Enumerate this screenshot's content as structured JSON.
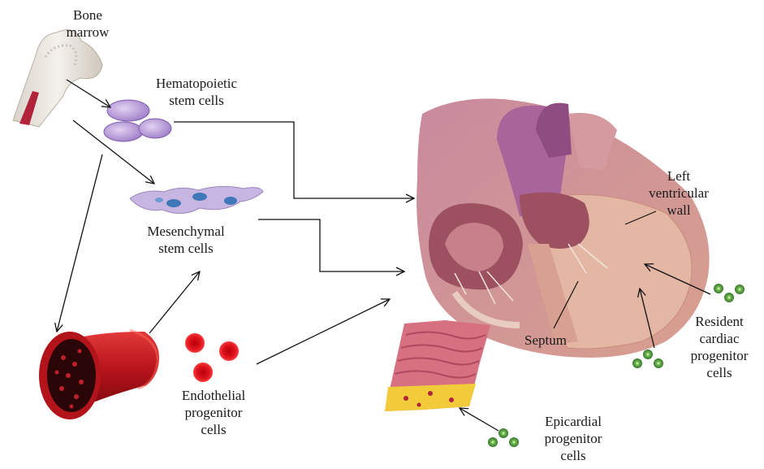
{
  "labels": {
    "bone_marrow": [
      "Bone",
      "marrow"
    ],
    "hematopoietic": [
      "Hematopoietic",
      "stem cells"
    ],
    "mesenchymal": [
      "Mesenchymal",
      "stem cells"
    ],
    "endothelial": [
      "Endothelial",
      "progenitor",
      "cells"
    ],
    "left_ventricular_wall": [
      "Left",
      "ventricular",
      "wall"
    ],
    "septum": [
      "Septum"
    ],
    "resident_cardiac": [
      "Resident",
      "cardiac",
      "progenitor",
      "cells"
    ],
    "epicardial": [
      "Epicardial",
      "progenitor",
      "cells"
    ]
  },
  "colors": {
    "bone": "#e9e4dc",
    "marrow": "#b0233a",
    "hsc_cell": "#b79ad6",
    "msc_cell": "#c8b6e2",
    "msc_nucleus": "#3e78b8",
    "blood_vessel": "#c4161c",
    "rbc": "#d8141c",
    "heart_muscle": "#e4b6a4",
    "heart_dark": "#9c5060",
    "vessel_purple": "#a9659a",
    "cardiac_progenitor": "#3f8a3c",
    "fat_layer": "#f1cb3a"
  },
  "icons": [
    "bone-marrow-illustration",
    "hematopoietic-cells",
    "mesenchymal-cells",
    "blood-vessel",
    "red-blood-cells",
    "heart-cross-section",
    "epicardial-tissue-patch",
    "resident-progenitor-cells",
    "epicardial-progenitor-cells"
  ]
}
